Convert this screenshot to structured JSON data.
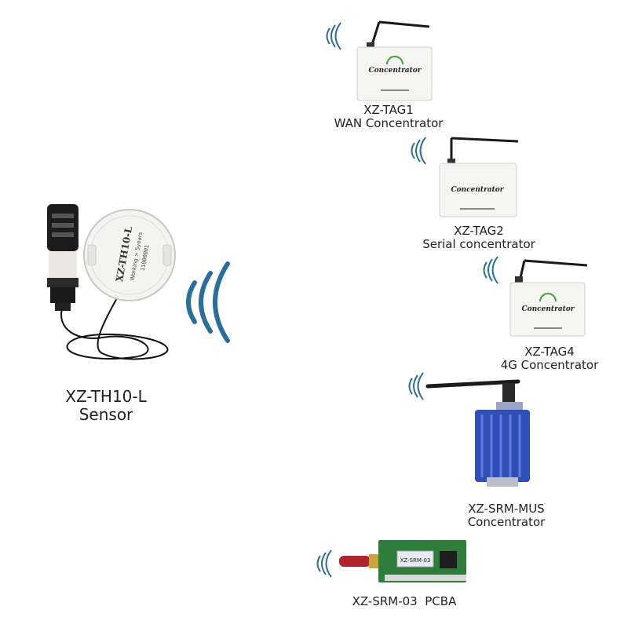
{
  "sensor": {
    "model": "XZ-TH10-L",
    "type": "Sensor",
    "badge_model": "XZ-TH10-L",
    "badge_working": "Working > 5years",
    "badge_serial": "11000001"
  },
  "devices": [
    {
      "model": "XZ-TAG1",
      "desc": "WAN Concentrator",
      "logo_text": "Concentrator"
    },
    {
      "model": "XZ-TAG2",
      "desc": "Serial concentrator",
      "logo_text": "Concentrator"
    },
    {
      "model": "XZ-TAG4",
      "desc": "4G Concentrator",
      "logo_text": "Concentrator"
    },
    {
      "model": "XZ-SRM-MUS",
      "desc": "Concentrator"
    },
    {
      "model": "XZ-SRM-03  PCBA",
      "chip_label": "XZ-SRM-03"
    }
  ],
  "colors": {
    "wave": "#2a6e9c",
    "blue_module": "#2f4fb8",
    "pcb_green": "#2f7d3a",
    "antenna": "#1a1a1a",
    "logo_green": "#3aa53a"
  },
  "icons": [
    "wifi-signal-icon",
    "antenna-icon",
    "router-icon",
    "sensor-probe-icon",
    "rf-module-icon",
    "pcb-board-icon"
  ]
}
